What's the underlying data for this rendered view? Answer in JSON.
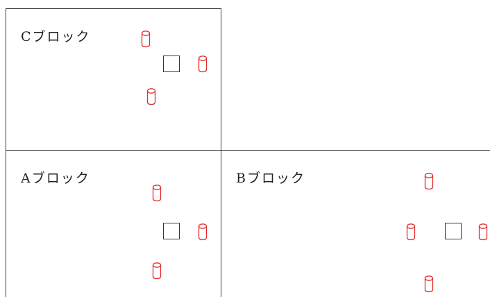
{
  "colors": {
    "line": "#333333",
    "chair": "#e0302e",
    "table": "#333333"
  },
  "blocks": {
    "c": {
      "label": "Cブロック"
    },
    "a": {
      "label": "Aブロック"
    },
    "b": {
      "label": "Bブロック"
    }
  },
  "icons": {
    "table": "square-table-icon",
    "chair": "cylinder-chair-icon"
  }
}
